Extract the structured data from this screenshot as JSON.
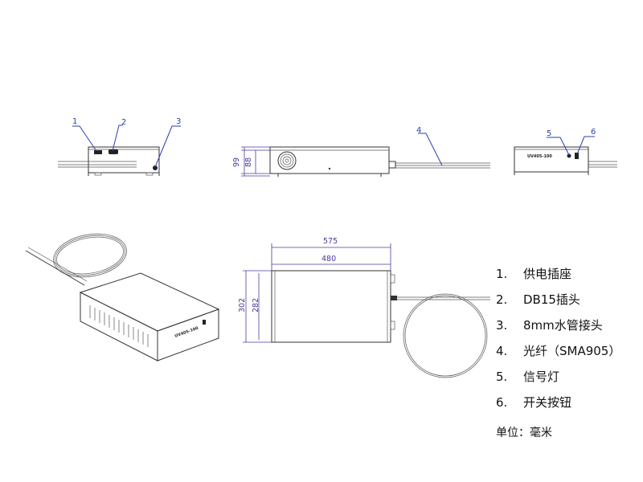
{
  "callouts": {
    "c1": "1",
    "c2": "2",
    "c3": "3",
    "c4": "4",
    "c5": "5",
    "c6": "6"
  },
  "dimensions": {
    "side_outer_height": "99",
    "side_inner_height": "88",
    "top_outer_width": "575",
    "top_inner_width": "480",
    "top_outer_height": "302",
    "top_inner_height": "282"
  },
  "device_labels": {
    "front_model": "UV405-100",
    "iso_model": "UV405-100"
  },
  "legend": [
    {
      "num": "1.",
      "text": "供电插座"
    },
    {
      "num": "2.",
      "text": "DB15插头"
    },
    {
      "num": "3.",
      "text": "8mm水管接头"
    },
    {
      "num": "4.",
      "text": "光纤（SMA905）"
    },
    {
      "num": "5.",
      "text": "信号灯"
    },
    {
      "num": "6.",
      "text": "开关按钮"
    }
  ],
  "unit_label": "单位：毫米"
}
